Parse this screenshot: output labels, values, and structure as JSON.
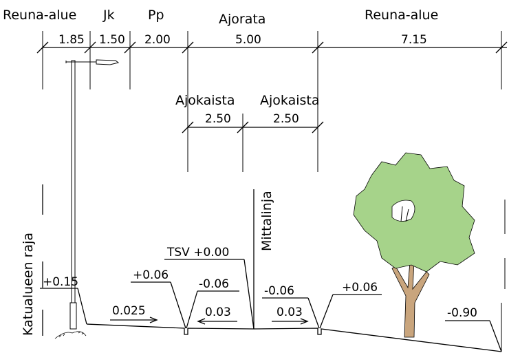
{
  "zones": {
    "reuna_left": "Reuna-alue",
    "jk": "Jk",
    "pp": "Pp",
    "ajorata": "Ajorata",
    "reuna_right": "Reuna-alue"
  },
  "dimensions": {
    "reuna_left": "1.85",
    "jk": "1.50",
    "pp": "2.00",
    "ajorata": "5.00",
    "reuna_right": "7.15"
  },
  "lanes": {
    "label_1": "Ajokaista",
    "label_2": "Ajokaista",
    "width_1": "2.50",
    "width_2": "2.50"
  },
  "side_labels": {
    "boundary": "Katualueen raja",
    "centerline": "Mittalinja"
  },
  "elevations": {
    "tsv": "TSV +0.00",
    "left_edge": "+0.15",
    "curb_left_top": "+0.06",
    "curb_left_bottom": "-0.06",
    "curb_right_bottom": "-0.06",
    "curb_right_top": "+0.06",
    "ditch": "-0.90"
  },
  "slopes": {
    "walkway": "0.025",
    "lane_left": "0.03",
    "lane_right": "0.03"
  },
  "colors": {
    "tree_foliage": "#a6d38a",
    "tree_trunk": "#c9a57d",
    "ink": "#000000"
  }
}
